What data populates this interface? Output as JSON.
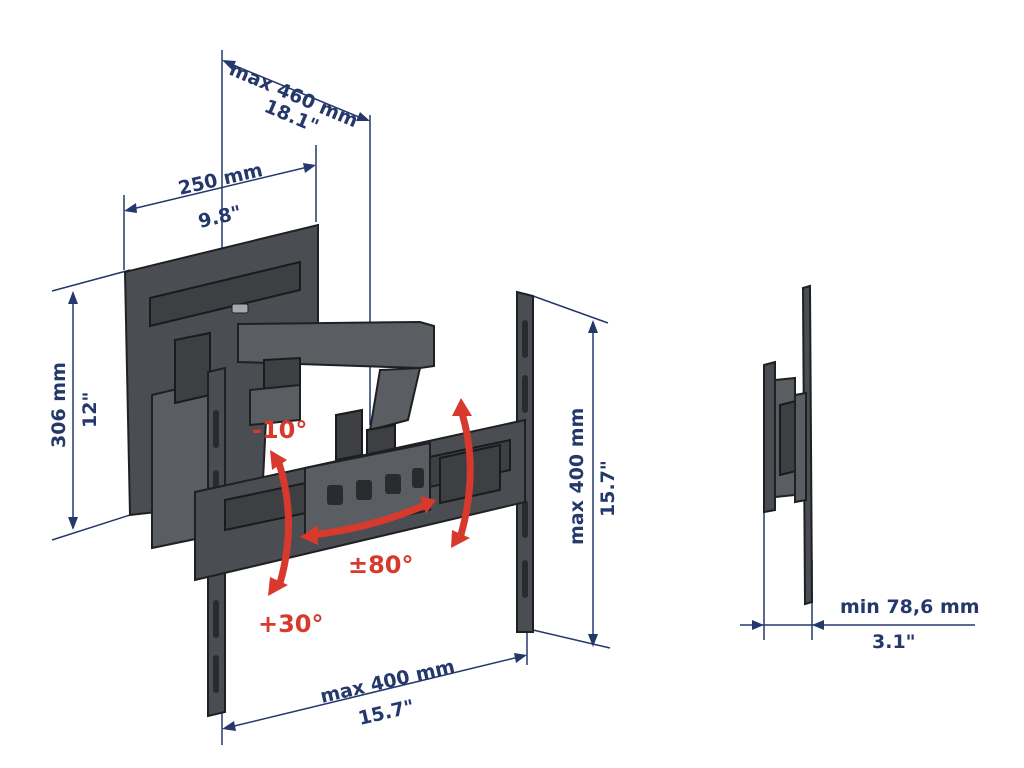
{
  "dimensions": {
    "max_extension_mm": "max 460 mm",
    "max_extension_in": "18.1\"",
    "wall_plate_width_mm": "250 mm",
    "wall_plate_width_in": "9.8\"",
    "wall_plate_height_mm": "306 mm",
    "wall_plate_height_in": "12\"",
    "vesa_height_mm": "max 400 mm",
    "vesa_height_in": "15.7\"",
    "vesa_width_mm": "max 400 mm",
    "vesa_width_in": "15.7\"",
    "min_depth_mm": "min 78,6 mm",
    "min_depth_in": "3.1\""
  },
  "angles": {
    "tilt_up": "-10°",
    "tilt_down": "+30°",
    "swivel": "±80°"
  },
  "colors": {
    "dimension": "#24386b",
    "angle": "#d73a2c",
    "metal": "#4a4d52"
  }
}
